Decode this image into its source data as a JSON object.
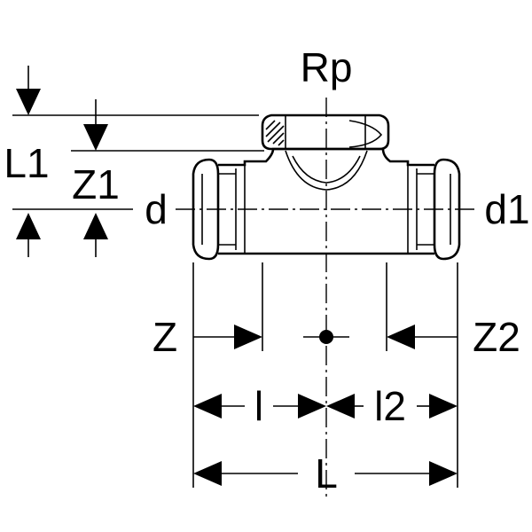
{
  "labels": {
    "rp": "Rp",
    "l1": "L1",
    "z1": "Z1",
    "d": "d",
    "d1": "d1",
    "z": "Z",
    "z2": "Z2",
    "l": "l",
    "l2": "l2",
    "L": "L"
  }
}
